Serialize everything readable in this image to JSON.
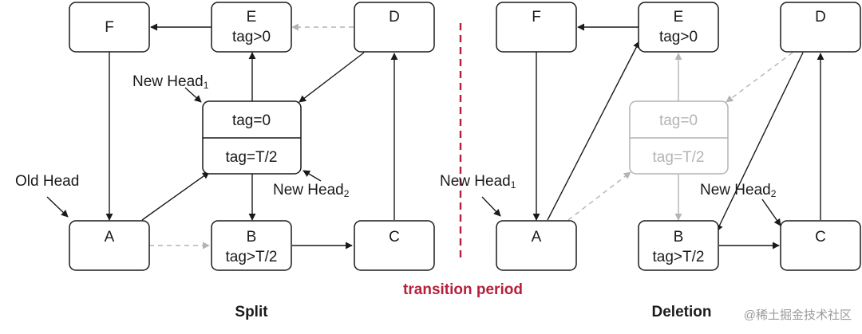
{
  "nodes": {
    "F": "F",
    "E": "E",
    "E_tag": "tag>0",
    "D": "D",
    "A": "A",
    "B": "B",
    "B_tag": "tag>T/2",
    "C": "C",
    "merged_top": "tag=0",
    "merged_bottom": "tag=T/2"
  },
  "labels": {
    "new_head_1": "New Head",
    "new_head_1_sub": "1",
    "new_head_2": "New Head",
    "new_head_2_sub": "2",
    "old_head": "Old Head"
  },
  "captions": {
    "left": "Split",
    "right": "Deletion",
    "middle": "transition period"
  },
  "watermark": "@稀土掘金技术社区",
  "colors": {
    "stroke": "#1a1a1a",
    "faded": "#b4b4b4",
    "transition": "#b5203a"
  }
}
